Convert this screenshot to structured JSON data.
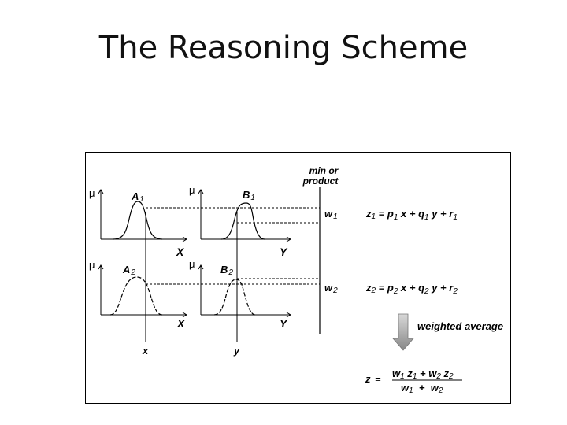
{
  "slide": {
    "title": "The Reasoning Scheme"
  },
  "diagram": {
    "mu": "μ",
    "mf": {
      "A1": {
        "name": "A",
        "idx": "1"
      },
      "B1": {
        "name": "B",
        "idx": "1"
      },
      "A2": {
        "name": "A",
        "idx": "2"
      },
      "B2": {
        "name": "B",
        "idx": "2"
      }
    },
    "axes": {
      "x_cap": "X",
      "y_cap": "Y",
      "x_in": "x",
      "y_in": "y"
    },
    "min_label": "min or",
    "product_label": "product",
    "weights": {
      "w1": {
        "name": "w",
        "idx": "1"
      },
      "w2": {
        "name": "w",
        "idx": "2"
      }
    },
    "rule1": {
      "z": "z",
      "zi": "1",
      "eq": " = ",
      "p": "p",
      "pi": "1",
      "x": " x + ",
      "q": "q",
      "qi": "1",
      "y": " y + ",
      "r": "r",
      "ri": "1"
    },
    "rule2": {
      "z": "z",
      "zi": "2",
      "eq": " = ",
      "p": "p",
      "pi": "2",
      "x": " x + ",
      "q": "q",
      "qi": "2",
      "y": " y + ",
      "r": "r",
      "ri": "2"
    },
    "weighted_average": "weighted average",
    "output": {
      "z": "z",
      "eq": "=",
      "num": {
        "w1": "w",
        "w1i": "1",
        "z1": " z",
        "z1i": "1",
        "plus": " + ",
        "w2": "w",
        "w2i": "2",
        "z2": " z",
        "z2i": "2"
      },
      "den": {
        "w1": "w",
        "w1i": "1",
        "plus": "  +  ",
        "w2": "w",
        "w2i": "2"
      }
    },
    "colors": {
      "arrow_light": "#d8d8d8",
      "arrow_dark": "#888888"
    }
  }
}
